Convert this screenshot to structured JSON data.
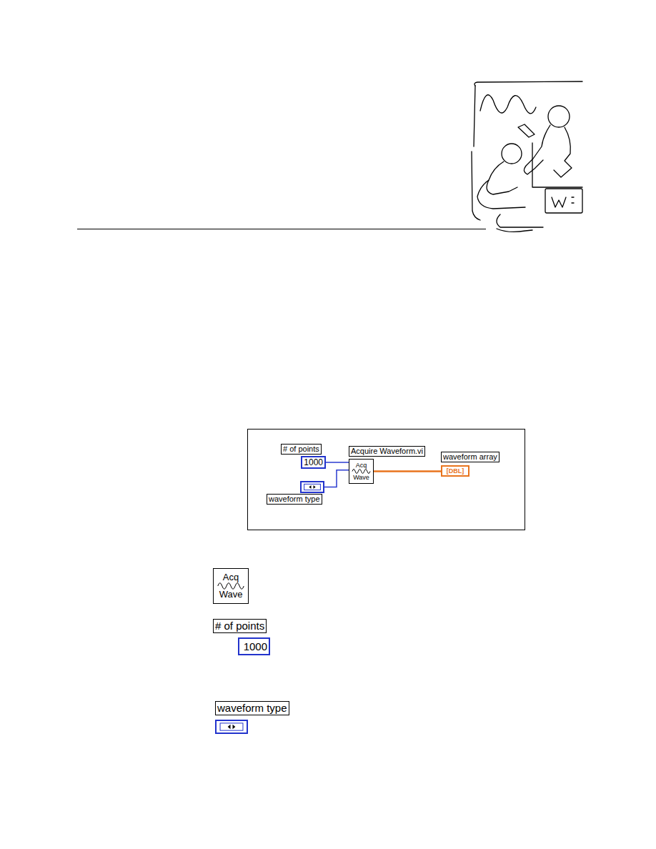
{
  "diagram": {
    "nodes": [
      {
        "text": [
          "# of points",
          "1000"
        ]
      },
      {
        "text": [
          "Acquire Waveform.vi",
          "Acq Wave"
        ]
      },
      {
        "text": [
          "waveform array",
          "[DBL]"
        ]
      },
      {
        "text": [
          "waveform type"
        ]
      },
      {
        "text": [
          "Acq Wave"
        ]
      },
      {
        "text": [
          "# of points",
          "1000"
        ]
      },
      {
        "text": [
          "waveform type"
        ]
      }
    ],
    "edges": [
      {
        "from": 0,
        "to": 1,
        "arrow": "none"
      },
      {
        "from": 3,
        "to": 1,
        "arrow": "none"
      },
      {
        "from": 1,
        "to": 2,
        "arrow": "none"
      }
    ]
  }
}
